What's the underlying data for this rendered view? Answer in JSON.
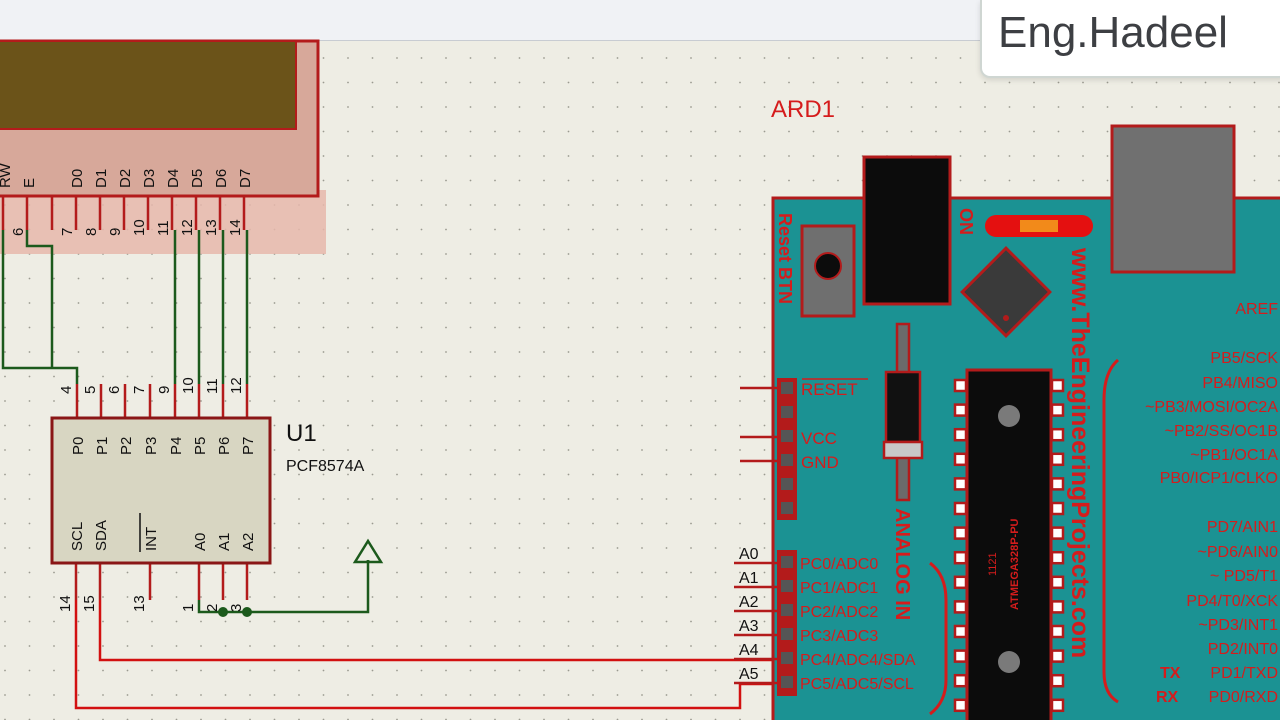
{
  "watermark": {
    "text": "Eng.Hadeel"
  },
  "colors": {
    "canvas": "#eeede4",
    "grid_dot": "#9a9a90",
    "component_red": "#b31b1b",
    "ic_fill": "#d8d6c2",
    "lcd_panel": "#6b5319",
    "lcd_body": "#d7a89a",
    "lcd_pins_bg": "#e6b7ab",
    "arduino_teal": "#1b9293",
    "wire_green": "#1c5a1c",
    "wire_red": "#d21010",
    "label_red": "#d51c1c"
  },
  "lcd": {
    "pin_names": [
      "RW",
      "E",
      "D0",
      "D1",
      "D2",
      "D3",
      "D4",
      "D5",
      "D6",
      "D7"
    ],
    "pin_numbers": [
      "6",
      "7",
      "8",
      "9",
      "10",
      "11",
      "12",
      "13",
      "14"
    ]
  },
  "u1": {
    "ref": "U1",
    "part": "PCF8574A",
    "top_pin_names": [
      "P0",
      "P1",
      "P2",
      "P3",
      "P4",
      "P5",
      "P6",
      "P7"
    ],
    "top_pin_numbers": [
      "4",
      "5",
      "6",
      "7",
      "9",
      "10",
      "11",
      "12"
    ],
    "bottom_pin_names": [
      "SCL",
      "SDA",
      "INT",
      "A0",
      "A1",
      "A2"
    ],
    "bottom_pin_numbers": [
      "14",
      "15",
      "13",
      "1",
      "2",
      "3"
    ]
  },
  "arduino": {
    "ref": "ARD1",
    "reset_btn": "Reset BTN",
    "on": "ON",
    "website": "www.TheEngineeringProjects.com",
    "analog_in": "ANALOG IN",
    "chip_line1": "1121",
    "chip_line2": "ATMEGA328P-PU",
    "power_labels": [
      "RESET",
      "VCC",
      "GND"
    ],
    "analog_wire_labels": [
      "A0",
      "A1",
      "A2",
      "A3",
      "A4",
      "A5"
    ],
    "analog_pin_labels": [
      "PC0/ADC0",
      "PC1/ADC1",
      "PC2/ADC2",
      "PC3/ADC3",
      "PC4/ADC4/SDA",
      "PC5/ADC5/SCL"
    ],
    "right_labels_top": [
      "AREF",
      "PB5/SCK",
      "PB4/MISO",
      "~PB3/MOSI/OC2A",
      "~PB2/SS/OC1B",
      "~PB1/OC1A",
      "PB0/ICP1/CLKO"
    ],
    "right_labels_bottom": [
      "PD7/AIN1",
      "~PD6/AIN0",
      "~ PD5/T1",
      "PD4/T0/XCK",
      "~PD3/INT1",
      "PD2/INT0",
      "PD1/TXD",
      "PD0/RXD"
    ],
    "tx": "TX",
    "rx": "RX"
  }
}
